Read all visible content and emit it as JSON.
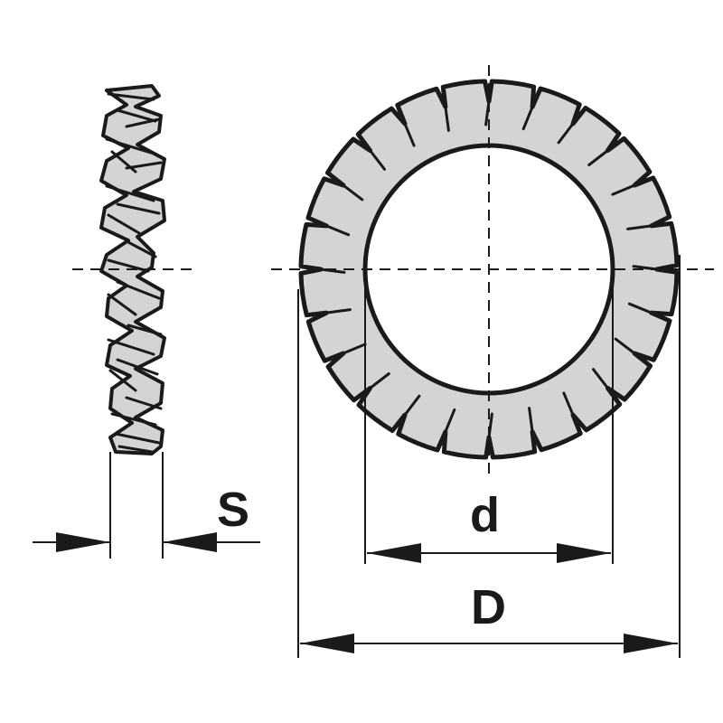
{
  "colors": {
    "ink": "#1a1a1a",
    "washer_fill": "#d4d4d4",
    "background": "#ffffff"
  },
  "labels": {
    "thickness": "S",
    "inner_diameter": "d",
    "outer_diameter": "D"
  },
  "washer": {
    "tooth_count": 24
  }
}
